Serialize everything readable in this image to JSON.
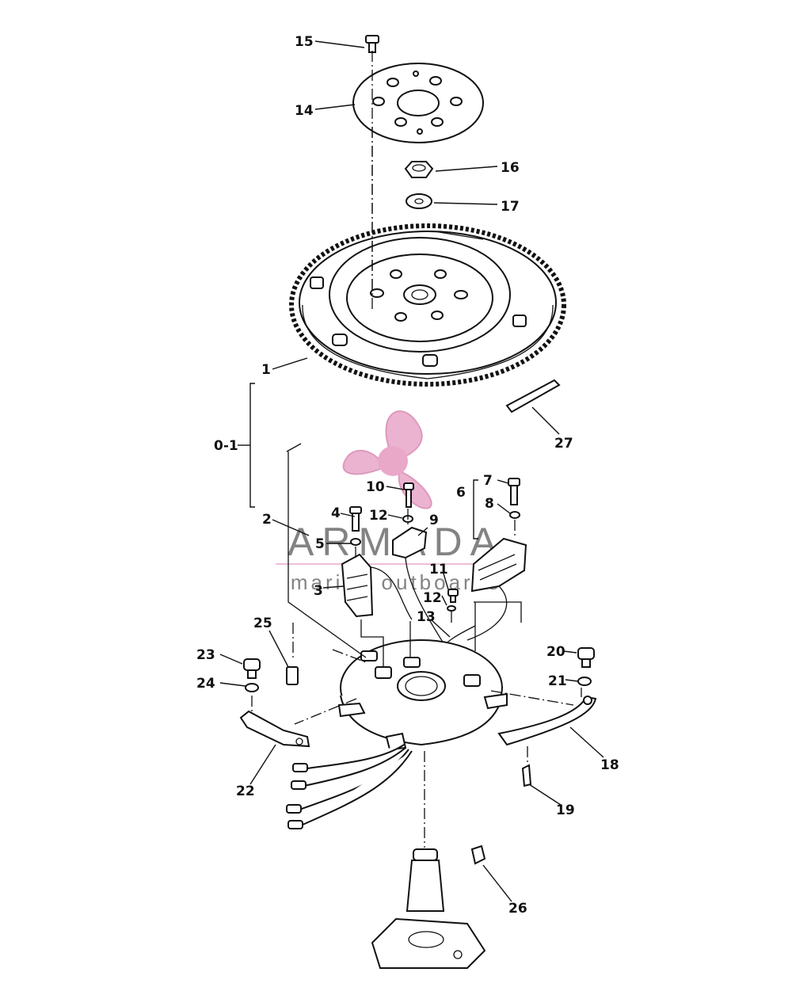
{
  "labels": {
    "l1": "1",
    "l2": "2",
    "l3": "3",
    "l4": "4",
    "l5": "5",
    "l6": "6",
    "l7": "7",
    "l8": "8",
    "l9": "9",
    "l10": "10",
    "l11": "11",
    "l12a": "12",
    "l12b": "12",
    "l13": "13",
    "l14": "14",
    "l15": "15",
    "l16": "16",
    "l17": "17",
    "l18": "18",
    "l19": "19",
    "l20": "20",
    "l21": "21",
    "l22": "22",
    "l23": "23",
    "l24": "24",
    "l25": "25",
    "l26": "26",
    "l27": "27",
    "l01": "0-1"
  },
  "watermark": {
    "brand": "ARMADA",
    "tagline": "marine outboards",
    "colors": {
      "propeller": "#e8a6c8",
      "hub": "#e79ac0",
      "text": "#6e6e6e"
    }
  },
  "colors": {
    "ink": "#111111",
    "background": "#ffffff"
  }
}
